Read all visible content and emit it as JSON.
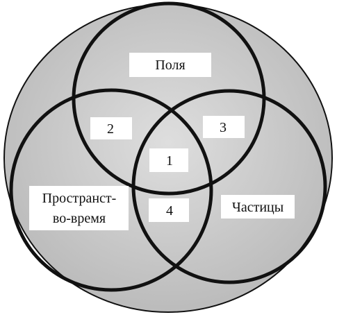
{
  "diagram": {
    "circles": {
      "fields": "Поля",
      "spacetime_line1": "Пространст-",
      "spacetime_line2": "во-время",
      "particles": "Частицы"
    },
    "intersections": {
      "all_three": "1",
      "fields_spacetime": "2",
      "fields_particles": "3",
      "spacetime_particles": "4"
    },
    "colors": {
      "outer_fill": "#c8c8c8",
      "outline": "#111111",
      "label_box": "#ffffff"
    }
  }
}
